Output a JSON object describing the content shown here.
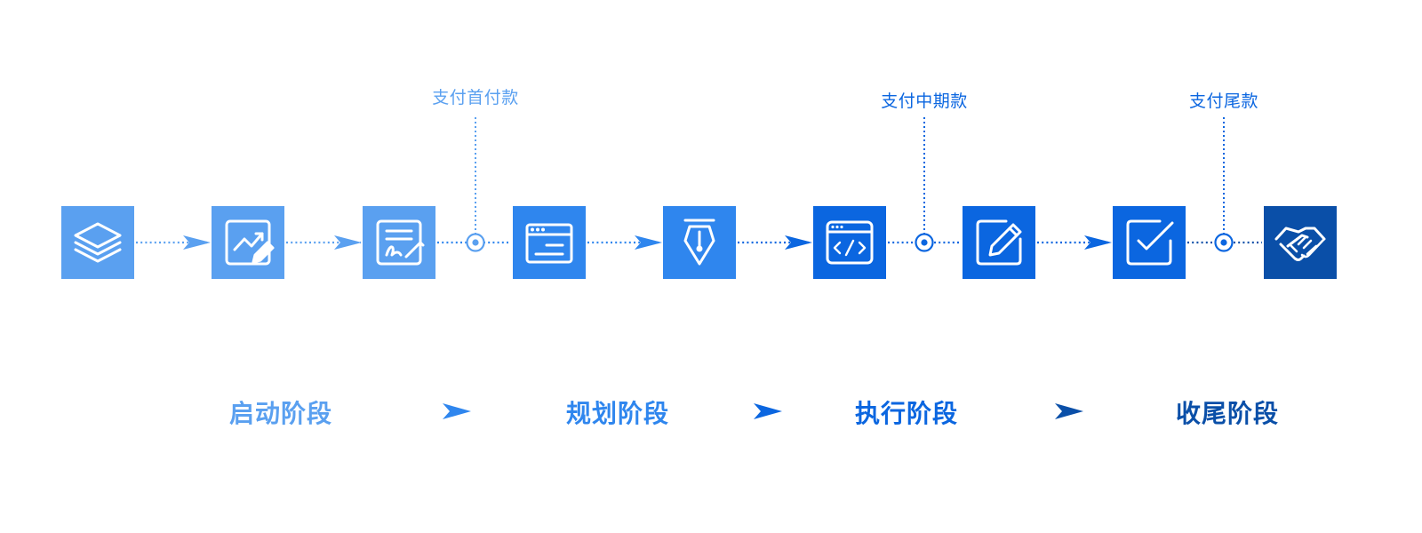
{
  "colors": {
    "light": "#5aa0f0",
    "mid": "#2f86ee",
    "strong": "#0b66e0",
    "dark": "#0a4fa8"
  },
  "steps": [
    {
      "icon": "layers-icon",
      "tone": "light"
    },
    {
      "icon": "chart-edit-icon",
      "tone": "light"
    },
    {
      "icon": "contract-sign-icon",
      "tone": "light"
    },
    {
      "icon": "browser-window-icon",
      "tone": "mid"
    },
    {
      "icon": "pen-nib-icon",
      "tone": "mid"
    },
    {
      "icon": "code-window-icon",
      "tone": "strong"
    },
    {
      "icon": "edit-icon",
      "tone": "strong"
    },
    {
      "icon": "checkbox-icon",
      "tone": "strong"
    },
    {
      "icon": "handshake-icon",
      "tone": "dark"
    }
  ],
  "payments": [
    {
      "label": "支付首付款",
      "tone": "light"
    },
    {
      "label": "支付中期款",
      "tone": "strong"
    },
    {
      "label": "支付尾款",
      "tone": "strong"
    }
  ],
  "phases": [
    {
      "label": "启动阶段",
      "tone": "light"
    },
    {
      "label": "规划阶段",
      "tone": "mid"
    },
    {
      "label": "执行阶段",
      "tone": "strong"
    },
    {
      "label": "收尾阶段",
      "tone": "dark"
    }
  ]
}
